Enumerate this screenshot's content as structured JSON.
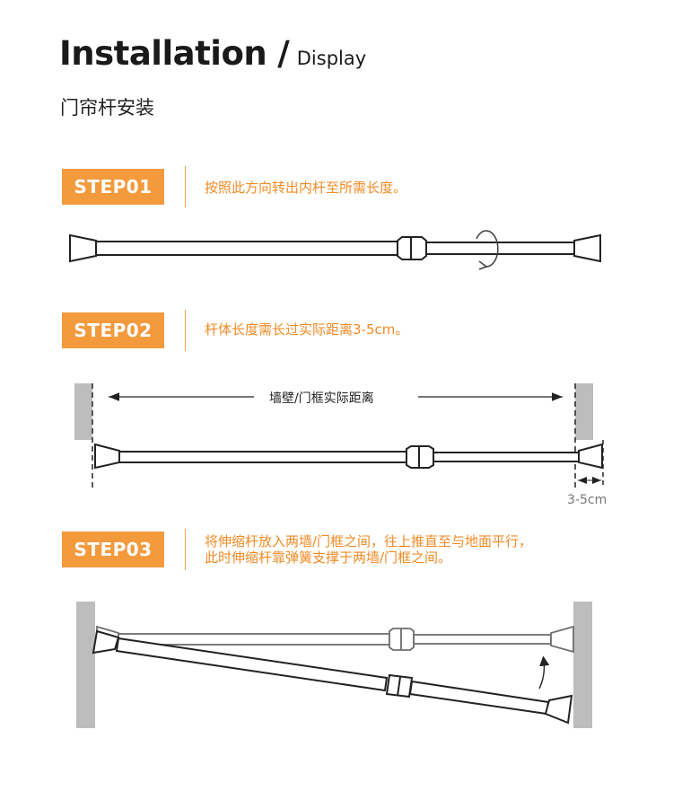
{
  "header": {
    "title_main": "Installation",
    "title_slash": "/",
    "title_sub": "Display",
    "subtitle": "门帘杆安装"
  },
  "steps": [
    {
      "label": "STEP01",
      "text": "按照此方向转出内杆至所需长度。"
    },
    {
      "label": "STEP02",
      "text": "杆体长度需长过实际距离3-5cm。",
      "dimension_label": "墙壁/门框实际距离",
      "gap_label": "3-5cm"
    },
    {
      "label": "STEP03",
      "text_line1": "将伸缩杆放入两墙/门框之间，往上推直至与地面平行，",
      "text_line2": "此时伸缩杆靠弹簧支撑于两墙/门框之间。"
    }
  ],
  "colors": {
    "accent": "#f39a3d",
    "step_text": "#f08a24",
    "wall": "#bdbdbd"
  }
}
